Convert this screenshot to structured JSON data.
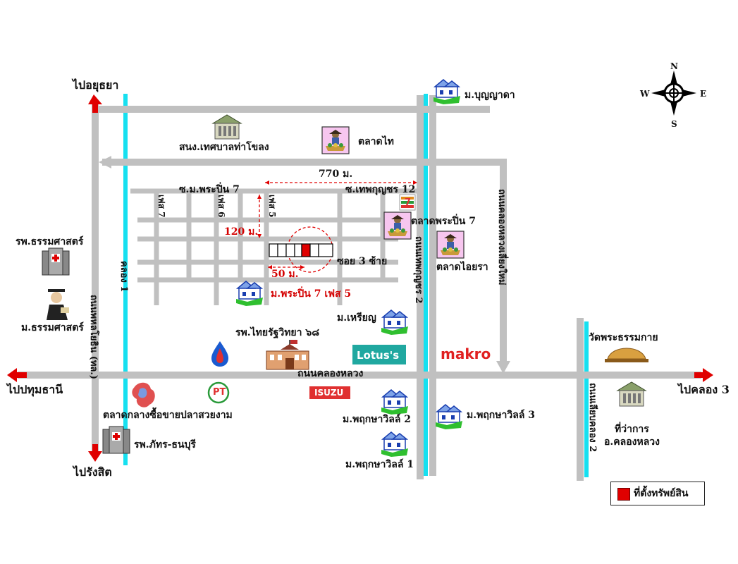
{
  "directions": {
    "north_top": "ไปอยุธยา",
    "south_bottom": "ไปรังสิต",
    "west": "ไปปทุมธานี",
    "east": "ไปคลอง 3"
  },
  "compass": {
    "n": "N",
    "s": "S",
    "e": "E",
    "w": "W"
  },
  "roads": {
    "main_horizontal": "ถนนคลองหลวง",
    "left_vertical": "ถนนพหลโยธิน (ทล.)",
    "middle_vertical": "ถนนเทพกุญชร 2",
    "right_vertical": "ถนนคลองหลวงเลี่ยงใหม่",
    "far_right_vertical": "ถนนเลียบคลอง 2",
    "canal_1": "คลอง 1",
    "soi_pruepin": "ซ.ม.พระปิ่น 7",
    "soi_thepkunchon": "ซ.เทพกุญชร 12",
    "soi_3": "ซอย 3 ซ้าย",
    "phase_7": "เฟส 7",
    "phase_6": "เฟส 6",
    "phase_5": "เฟส 5"
  },
  "distances": {
    "d770": "770 ม.",
    "d120": "120 ม.",
    "d50": "50 ม."
  },
  "places": {
    "boonyada": "ม.บุญญาดา",
    "municipal_office": "สนง.เทศบาลท่าโขลง",
    "talat_thai": "ตลาดไท",
    "talat_pruepin7": "ตลาดพระปิ่น 7",
    "talat_aira": "ตลาดไอยรา",
    "thammasat_hospital": "รพ.ธรรมศาสตร์",
    "thammasat_univ": "ม.ธรรมศาสตร์",
    "pruepin7_phase5": "ม.พระปิ่น 7 เฟส 5",
    "mareen": "ม.เหรียญ",
    "thairat_hospital": "รพ.ไทยรัฐวิทยา ๖๘",
    "wat_thammakai": "วัดพระธรรมกาย",
    "fish_market": "ตลาดกลางซื้อขายปลาสวยงาม",
    "phatra_hospital": "รพ.ภัทร-ธนบุรี",
    "pruksa2": "ม.พฤกษาวิลล์ 2",
    "pruksa3": "ม.พฤกษาวิลล์ 3",
    "pruksa1": "ม.พฤกษาวิลล์ 1",
    "district_office_1": "ที่ว่าการ",
    "district_office_2": "อ.คลองหลวง"
  },
  "brands": {
    "lotus": "Lotus's",
    "makro": "makro",
    "isuzu": "ISUZU",
    "seven": "7",
    "pt": "PT"
  },
  "legend": {
    "label": "ที่ตั้งทรัพย์สิน",
    "color": "#e00000"
  },
  "colors": {
    "road": "#c0c0c0",
    "canal": "#16e0f0",
    "arrow": "#e00000",
    "distance": "#e00000"
  }
}
